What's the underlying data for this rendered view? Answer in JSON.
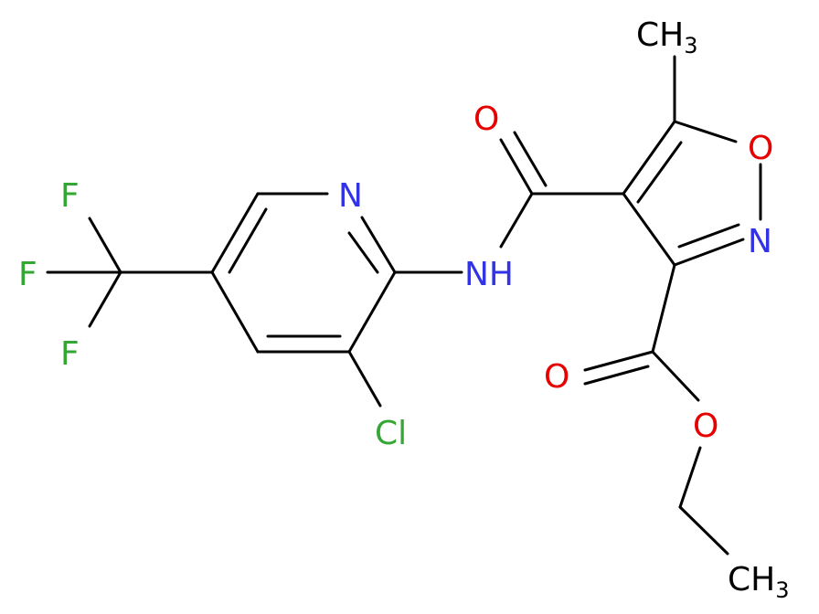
{
  "colors": {
    "bond": "#000000",
    "nitrogen": "#3333e6",
    "oxygen": "#e60000",
    "chlorine": "#33a633",
    "fluorine": "#33a633",
    "carbon": "#000000",
    "background": "#ffffff"
  },
  "labels": {
    "n_pyridine": "N",
    "nh": "NH",
    "cl": "Cl",
    "f1": "F",
    "f2": "F",
    "f3": "F",
    "o_amide": "O",
    "o_ring": "O",
    "n_ring": "N",
    "ch3_top": "CH",
    "ch3_top_sub": "3",
    "o_ester_carbonyl": "O",
    "o_ester": "O",
    "ch3_bottom": "CH",
    "ch3_bottom_sub": "3"
  }
}
